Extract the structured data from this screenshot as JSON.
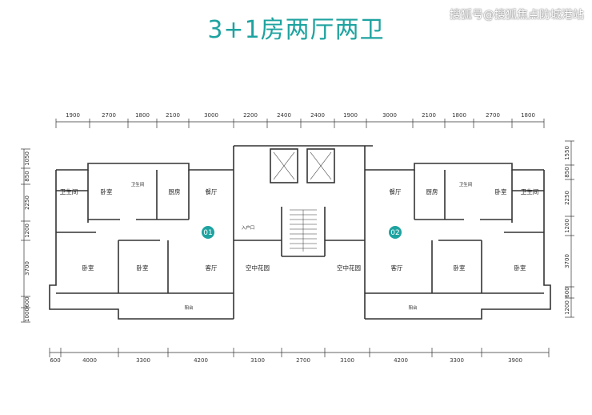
{
  "title": "3+1房两厅两卫",
  "watermark": "搜狐号@搜狐焦点防城港站",
  "accent_color": "#1ea3a0",
  "top_dims": [
    "1900",
    "2700",
    "1800",
    "2100",
    "3000",
    "2200",
    "2400",
    "2400",
    "1900",
    "3000",
    "2100",
    "1800",
    "2700",
    "1800"
  ],
  "bottom_dims": [
    "600",
    "4000",
    "3300",
    "4200",
    "3100",
    "2700",
    "3100",
    "4200",
    "3300",
    "3900"
  ],
  "left_dims": [
    "1050",
    "850",
    "2250",
    "1200",
    "3700",
    "600",
    "1000"
  ],
  "right_dims": [
    "1550",
    "850",
    "2250",
    "1200",
    "3700",
    "600",
    "1200"
  ],
  "units": [
    "01",
    "02"
  ],
  "rooms": {
    "bath_l": "卫生间",
    "bed1_l": "卧室",
    "bath2_l": "卫生间",
    "kitchen_l": "厨房",
    "dining_l": "餐厅",
    "bed2_l": "卧室",
    "bed3_l": "卧室",
    "living_l": "客厅",
    "garden_l": "空中花园",
    "balcony_l": "阳台",
    "entry_l": "入户口",
    "bath_r": "卫生间",
    "bed1_r": "卧室",
    "bath2_r": "卫生间",
    "kitchen_r": "厨房",
    "dining_r": "餐厅",
    "bed2_r": "卧室",
    "bed3_r": "卧室",
    "living_r": "客厅",
    "garden_r": "空中花园",
    "balcony_r": "阳台"
  }
}
